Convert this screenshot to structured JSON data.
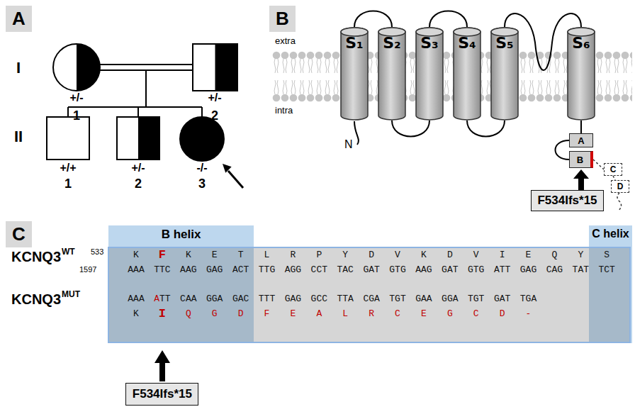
{
  "diagram": {
    "nodes": [
      {
        "text": [
          "A"
        ]
      },
      {
        "text": [
          "B"
        ]
      },
      {
        "text": [
          "S₁"
        ]
      },
      {
        "text": [
          "S₂"
        ]
      },
      {
        "text": [
          "S₃"
        ]
      },
      {
        "text": [
          "S₄"
        ]
      },
      {
        "text": [
          "S₅"
        ]
      },
      {
        "text": [
          "S₆"
        ]
      },
      {
        "text": [
          "A"
        ]
      },
      {
        "text": [
          "B"
        ]
      },
      {
        "text": [
          "C"
        ]
      },
      {
        "text": [
          "D"
        ]
      },
      {
        "text": [
          "F534Ifs*15"
        ]
      },
      {
        "text": [
          "C"
        ]
      },
      {
        "text": [
          "B helix"
        ]
      },
      {
        "text": [
          "C helix"
        ]
      },
      {
        "text": [
          "F534Ifs*15"
        ]
      }
    ],
    "edges": [
      {
        "from": 2,
        "to": 3,
        "arrow": "none"
      },
      {
        "from": 3,
        "to": 4,
        "arrow": "none"
      },
      {
        "from": 4,
        "to": 5,
        "arrow": "none"
      },
      {
        "from": 5,
        "to": 6,
        "arrow": "none"
      },
      {
        "from": 6,
        "to": 7,
        "arrow": "none"
      },
      {
        "from": 7,
        "to": 8,
        "arrow": "none"
      },
      {
        "from": 8,
        "to": 9,
        "arrow": "none"
      },
      {
        "from": 9,
        "to": 10,
        "arrow": "none"
      },
      {
        "from": 10,
        "to": 11,
        "arrow": "none"
      },
      {
        "from": 12,
        "to": 9,
        "arrow": "to"
      }
    ],
    "labels": [
      "I",
      "II",
      "+/-",
      "1",
      "+/-",
      "2",
      "+/+",
      "1",
      "+/-",
      "2",
      "-/-",
      "3",
      "extra",
      "intra",
      "N",
      "KCNQ3",
      "WT",
      "533",
      "1597",
      "KCNQ3",
      "MUT",
      "K",
      "F",
      "K",
      "E",
      "T",
      "L",
      "R",
      "P",
      "Y",
      "D",
      "V",
      "K",
      "D",
      "V",
      "I",
      "E",
      "Q",
      "Y",
      "S",
      "AAA",
      "TTC",
      "AAG",
      "GAG",
      "ACT",
      "TTG",
      "AGG",
      "CCT",
      "TAC",
      "GAT",
      "GTG",
      "AAG",
      "GAT",
      "GTG",
      "ATT",
      "GAG",
      "CAG",
      "TAT",
      "TCT",
      "AAA",
      "A",
      "TT",
      "CAA",
      "GGA",
      "GAC",
      "TTT",
      "GAG",
      "GCC",
      "TTA",
      "CGA",
      "TGT",
      "GAA",
      "GGA",
      "TGT",
      "GAT",
      "TGA",
      "K",
      "I",
      "Q",
      "G",
      "D",
      "F",
      "E",
      "A",
      "L",
      "R",
      "C",
      "E",
      "G",
      "C",
      "D",
      "-"
    ]
  }
}
